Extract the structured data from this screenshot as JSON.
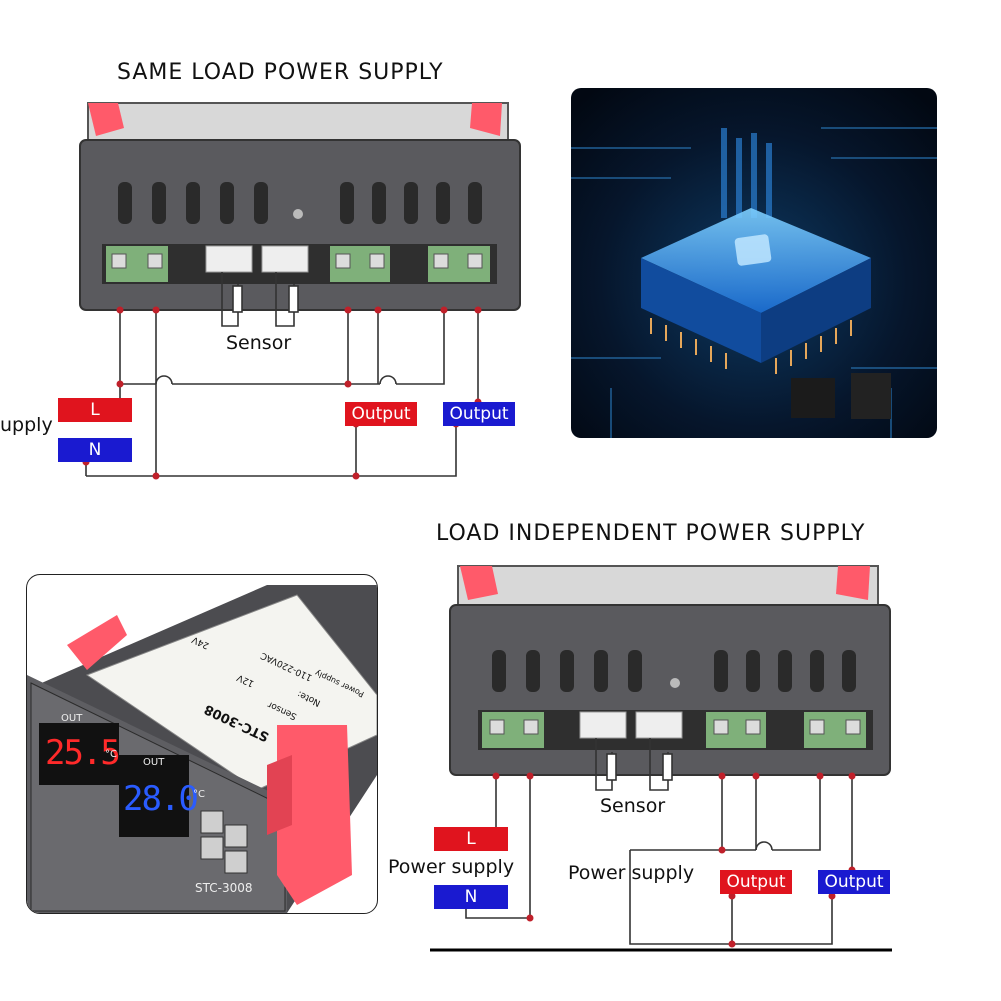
{
  "diagram_top": {
    "title": "SAME LOAD POWER SUPPLY",
    "sensor_label": "Sensor",
    "supply_label": "upply",
    "l_label": "L",
    "n_label": "N",
    "output1_label": "Output",
    "output2_label": "Output"
  },
  "diagram_bottom": {
    "title": "LOAD INDEPENDENT POWER SUPPLY",
    "sensor_label": "Sensor",
    "supply_label_left": "Power supply",
    "supply_label_right": "Power supply",
    "l_label": "L",
    "n_label": "N",
    "output1_label": "Output",
    "output2_label": "Output"
  },
  "product": {
    "model_front": "STC-3008",
    "model_label": "STC-3008",
    "display1": "25.5",
    "display2": "28.0",
    "out_label": "OUT",
    "unit": "°C",
    "power_option1": "110-220VAC",
    "power_option2": "12V",
    "power_option3": "24V",
    "sensor_text": "Sensor",
    "power_supply_text": "Power supply",
    "note_text": "Note:"
  },
  "colors": {
    "red_tag": "#e0141e",
    "blue_tag": "#1a1ad0",
    "wire": "#333333",
    "dot": "#c0202a",
    "housing": "#5a5a5e",
    "terminal": "#7fb07a",
    "clip": "#ff5a6a",
    "chip_glow": "#3aa8ff"
  }
}
